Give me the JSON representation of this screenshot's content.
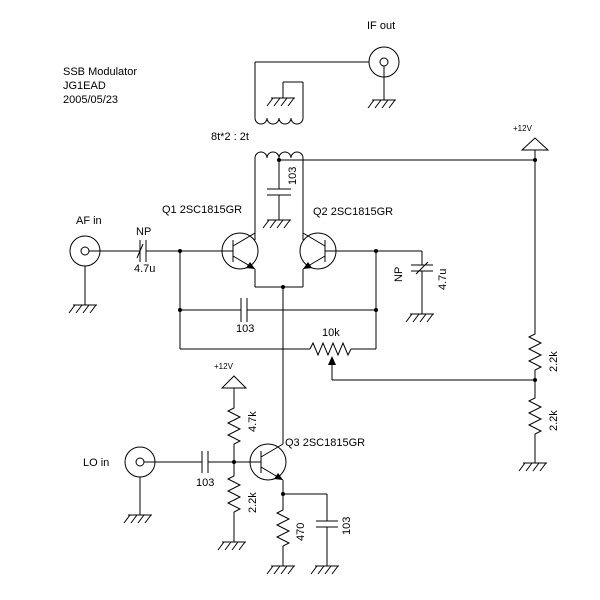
{
  "title": {
    "line1": "SSB Modulator",
    "line2": "JG1EAD",
    "line3": "2005/05/23"
  },
  "connectors": {
    "if_out": "IF out",
    "af_in": "AF in",
    "lo_in": "LO in"
  },
  "transformer": {
    "ratio": "8t*2 : 2t"
  },
  "transistors": {
    "q1": "Q1 2SC1815GR",
    "q2": "Q2 2SC1815GR",
    "q3": "Q3 2SC1815GR"
  },
  "power": {
    "top_right": "+12V",
    "bias": "+12V"
  },
  "components": {
    "c_af_np": "NP",
    "c_af_val": "4.7u",
    "c_out_np": "NP",
    "c_out_val": "4.7u",
    "c_tank": "103",
    "c_emitter": "103",
    "pot": "10k",
    "r_div_top": "2.2k",
    "r_div_bot": "2.2k",
    "c_lo": "103",
    "r_bias_top": "4.7k",
    "r_bias_bot": "2.2k",
    "r_q3_emitter": "470",
    "c_q3_emitter": "103"
  }
}
